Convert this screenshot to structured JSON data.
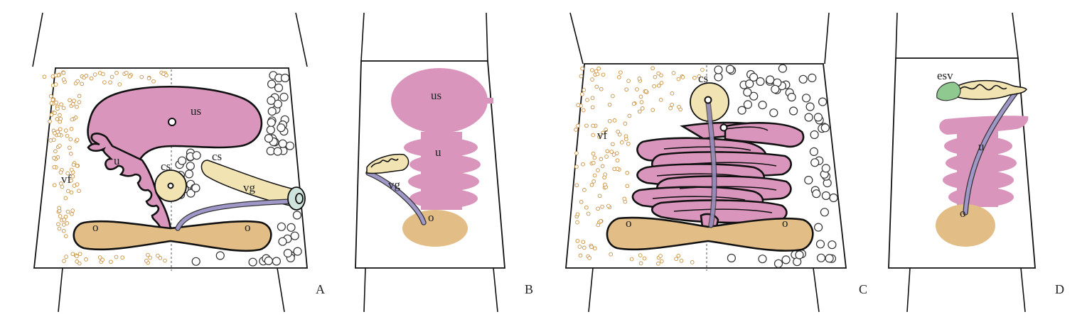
{
  "panels": [
    {
      "id": "A",
      "label": "A",
      "labels": {
        "us": "us",
        "u": "u",
        "cs1": "cs",
        "cs2": "cs",
        "vg": "vg",
        "vf": "vf",
        "o1": "o",
        "o2": "o"
      }
    },
    {
      "id": "B",
      "label": "B",
      "labels": {
        "us": "us",
        "u": "u",
        "vg": "vg",
        "o": "o"
      }
    },
    {
      "id": "C",
      "label": "C",
      "labels": {
        "cs": "cs",
        "vf": "vf",
        "o1": "o",
        "o2": "o"
      }
    },
    {
      "id": "D",
      "label": "D",
      "labels": {
        "esv": "esv",
        "u": "u",
        "o": "o"
      }
    }
  ],
  "colors": {
    "uterus": "#d995bb",
    "ovary": "#e3bd86",
    "cuticular_sac": "#f1e3b2",
    "vaginal_duct": "#9f97c8",
    "vulva": "#cfe4dc",
    "esv": "#8fc98f",
    "yolk_dots": "#c9913f"
  }
}
